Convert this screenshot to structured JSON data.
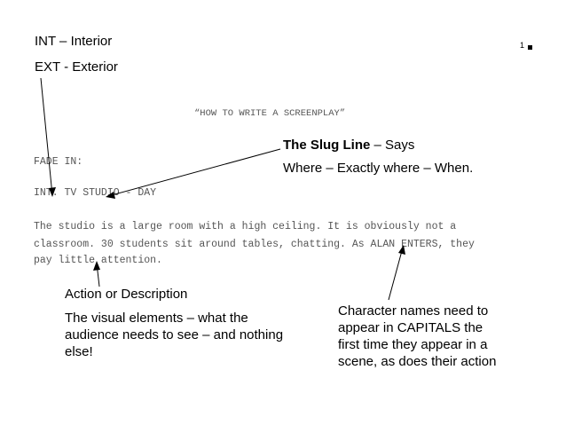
{
  "notes": {
    "int": "INT – Interior",
    "ext": "EXT - Exterior",
    "slug_bold": "The Slug Line",
    "slug_rest": " – Says",
    "slug_body": "Where – Exactly where – When.",
    "action_title": "Action or Description",
    "action_body": [
      "The visual elements – what the",
      "audience needs to see – and nothing",
      "else!"
    ],
    "character_body": [
      "Character names need to",
      "appear in CAPITALS the",
      "first time they appear in a",
      "scene, as does their action"
    ]
  },
  "page_number": "1",
  "screenplay": {
    "title": "“HOW TO WRITE A SCREENPLAY”",
    "fade_in": "FADE IN:",
    "scene_heading": "INT. TV STUDIO - DAY",
    "action": [
      "The studio is a large room with a high ceiling. It is obviously not a",
      "classroom. 30 students sit around tables, chatting. As ALAN ENTERS, they",
      "pay little attention."
    ]
  }
}
